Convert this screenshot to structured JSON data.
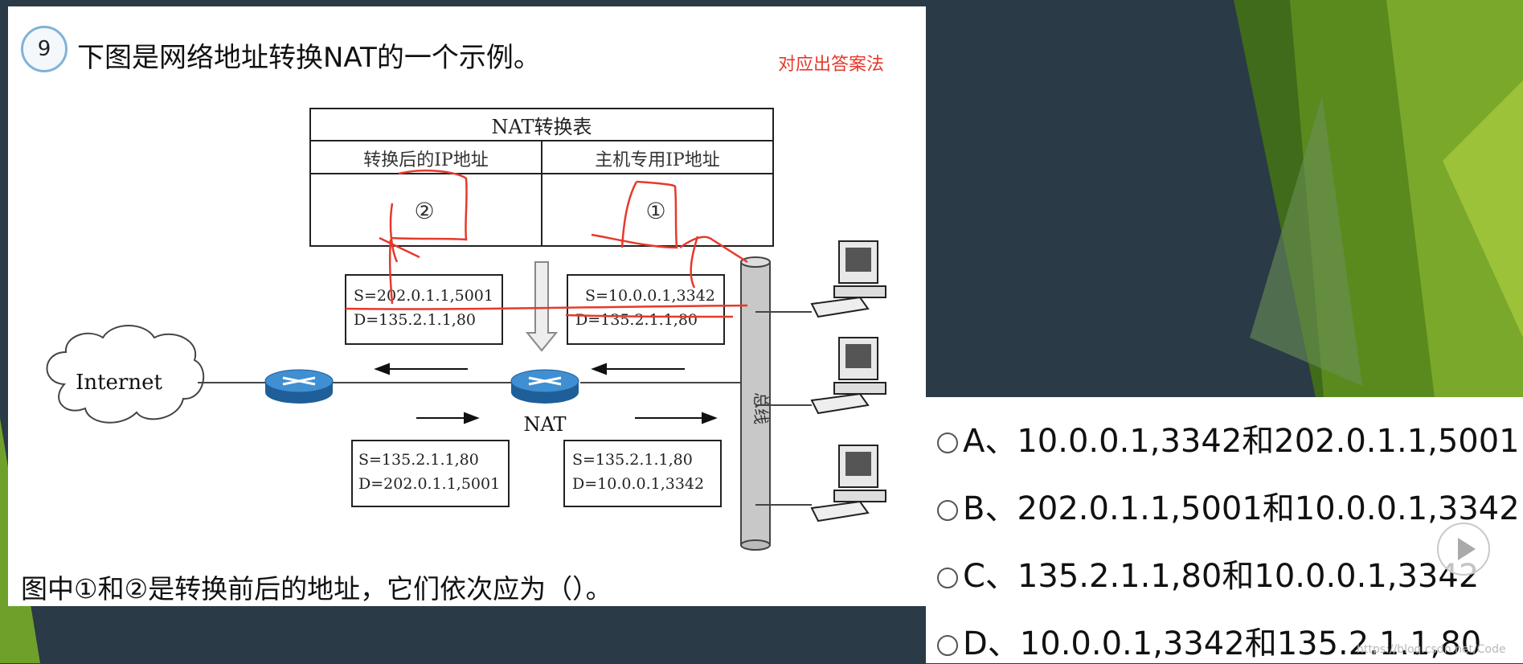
{
  "question": {
    "number": "9",
    "title": "下图是网络地址转换NAT的一个示例。",
    "note": "对应出答案法",
    "caption": "图中①和②是转换前后的地址，它们依次应为（）。"
  },
  "diagram": {
    "table_title": "NAT转换表",
    "col_after": "转换后的IP地址",
    "col_host": "主机专用IP地址",
    "mark_2": "②",
    "mark_1": "①",
    "packet_out_left": [
      "S=202.0.1.1,5001",
      "D=135.2.1.1,80"
    ],
    "packet_out_right": [
      "S=10.0.0.1,3342",
      "D=135.2.1.1,80"
    ],
    "packet_in_left": [
      "S=135.2.1.1,80",
      "D=202.0.1.1,5001"
    ],
    "packet_in_right": [
      "S=135.2.1.1,80",
      "D=10.0.0.1,3342"
    ],
    "internet_label": "Internet",
    "nat_label": "NAT",
    "bus_label": "总线"
  },
  "options": [
    {
      "label": "A、10.0.0.1,3342和202.0.1.1,5001"
    },
    {
      "label": "B、202.0.1.1,5001和10.0.0.1,3342"
    },
    {
      "label": "C、135.2.1.1,80和10.0.0.1,3342"
    },
    {
      "label": "D、10.0.0.1,3342和135.2.1.1,80"
    }
  ],
  "watermark": "https://blog.csdn.net/Code",
  "colors": {
    "annotation_red": "#e53a2c",
    "router_blue": "#2f7fc4",
    "bg_dark": "#2a3a46",
    "bg_green": "#5a8a1e"
  }
}
